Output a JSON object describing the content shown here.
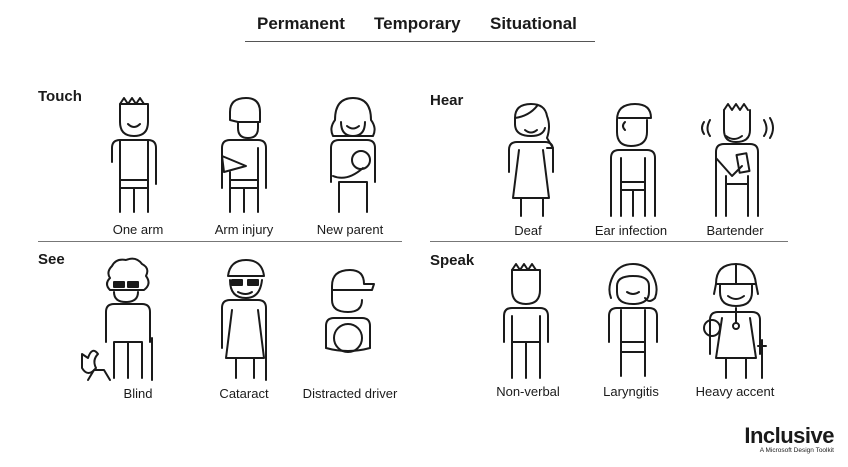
{
  "header": {
    "permanent": "Permanent",
    "temporary": "Temporary",
    "situational": "Situational"
  },
  "sections": {
    "touch": "Touch",
    "hear": "Hear",
    "see": "See",
    "speak": "Speak"
  },
  "captions": {
    "one_arm": "One arm",
    "arm_injury": "Arm injury",
    "new_parent": "New parent",
    "deaf": "Deaf",
    "ear_infection": "Ear infection",
    "bartender": "Bartender",
    "blind": "Blind",
    "cataract": "Cataract",
    "distracted_driver": "Distracted driver",
    "non_verbal": "Non-verbal",
    "laryngitis": "Laryngitis",
    "heavy_accent": "Heavy accent"
  },
  "brand": {
    "name": "Inclusive",
    "tagline": "A Microsoft Design Toolkit"
  }
}
